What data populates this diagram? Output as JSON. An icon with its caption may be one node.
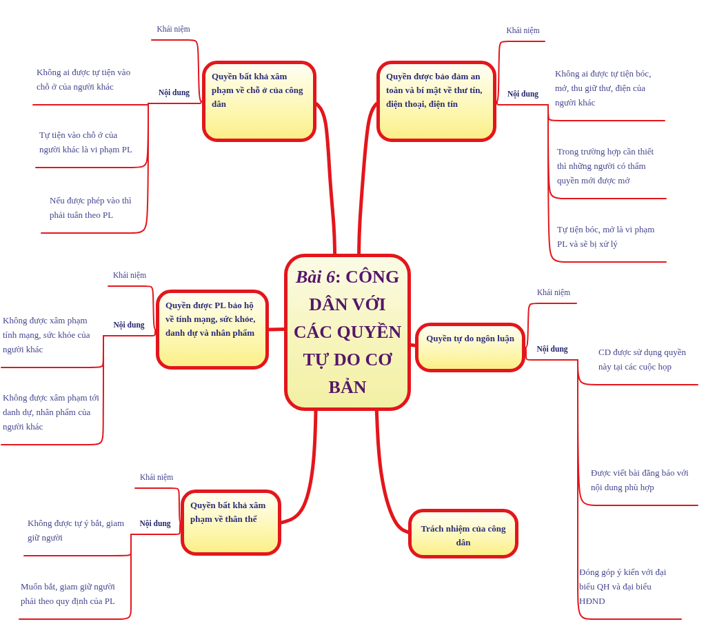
{
  "diagram": {
    "nodes": [
      {
        "text": [
          "*Bài 6*: CÔNG DÂN VỚI CÁC QUYỀN TỰ DO CƠ BẢN"
        ]
      },
      {
        "text": [
          "Quyền bất khả xâm phạm về chỗ ở của công dân"
        ]
      },
      {
        "text": [
          "Khái niệm"
        ]
      },
      {
        "text": [
          "Nội dung"
        ]
      },
      {
        "text": [
          "Không ai được tự tiện vào chỗ ở của người khác"
        ]
      },
      {
        "text": [
          "Tự tiện vào chỗ ở của người khác là vi phạm PL"
        ]
      },
      {
        "text": [
          "Nếu được phép vào thì phải tuân theo PL"
        ]
      },
      {
        "text": [
          "Quyền được bảo đảm an toàn và bí mật về thư tín, điện thoại, điện tín"
        ]
      },
      {
        "text": [
          "Khái niệm"
        ]
      },
      {
        "text": [
          "Nội dung"
        ]
      },
      {
        "text": [
          "Không ai được tự tiện bóc, mở, thu giữ thư, điện của người khác"
        ]
      },
      {
        "text": [
          "Trong trường hợp cần thiết thì những người có thẩm quyền mới được mở"
        ]
      },
      {
        "text": [
          "Tự tiện bóc, mở là vi phạm PL và sẽ bị xử lý"
        ]
      },
      {
        "text": [
          "Quyền được PL bảo hộ về tính mạng, sức khỏe, danh dự và nhân phẩm"
        ]
      },
      {
        "text": [
          "Khái niệm"
        ]
      },
      {
        "text": [
          "Nội dung"
        ]
      },
      {
        "text": [
          "Không được xâm phạm tính mạng, sức khỏe của người khác"
        ]
      },
      {
        "text": [
          "Không được xâm phạm tới danh dự, nhân phẩm của người khác"
        ]
      },
      {
        "text": [
          "Quyền tự do ngôn luận"
        ]
      },
      {
        "text": [
          "Khái niệm"
        ]
      },
      {
        "text": [
          "Nội dung"
        ]
      },
      {
        "text": [
          "CD được sử dụng quyền này tại các cuộc họp"
        ]
      },
      {
        "text": [
          "Được viết bài đăng báo với nội dung phù hợp"
        ]
      },
      {
        "text": [
          "Đóng góp ý kiến với đại biểu QH và đại biểu HĐND"
        ]
      },
      {
        "text": [
          "Quyền bất khả xâm phạm về thân thể"
        ]
      },
      {
        "text": [
          "Khái niệm"
        ]
      },
      {
        "text": [
          "Nội dung"
        ]
      },
      {
        "text": [
          "Không được tự ý bắt, giam giữ người"
        ]
      },
      {
        "text": [
          "Muốn bắt, giam giữ người phải theo quy định của PL"
        ]
      },
      {
        "text": [
          "Trách nhiệm của công dân"
        ]
      }
    ],
    "edges": [
      {
        "from": 0,
        "to": 1,
        "arrow": "none",
        "style": "thick"
      },
      {
        "from": 0,
        "to": 7,
        "arrow": "none",
        "style": "thick"
      },
      {
        "from": 0,
        "to": 13,
        "arrow": "none",
        "style": "thick"
      },
      {
        "from": 0,
        "to": 18,
        "arrow": "none",
        "style": "thick"
      },
      {
        "from": 0,
        "to": 24,
        "arrow": "none",
        "style": "thick"
      },
      {
        "from": 0,
        "to": 29,
        "arrow": "none",
        "style": "thick"
      },
      {
        "from": 1,
        "to": 2,
        "arrow": "none"
      },
      {
        "from": 1,
        "to": 3,
        "arrow": "none"
      },
      {
        "from": 3,
        "to": 4,
        "arrow": "none"
      },
      {
        "from": 3,
        "to": 5,
        "arrow": "none"
      },
      {
        "from": 3,
        "to": 6,
        "arrow": "none"
      },
      {
        "from": 7,
        "to": 8,
        "arrow": "none"
      },
      {
        "from": 7,
        "to": 9,
        "arrow": "none"
      },
      {
        "from": 9,
        "to": 10,
        "arrow": "none"
      },
      {
        "from": 9,
        "to": 11,
        "arrow": "none"
      },
      {
        "from": 9,
        "to": 12,
        "arrow": "none"
      },
      {
        "from": 13,
        "to": 14,
        "arrow": "none"
      },
      {
        "from": 13,
        "to": 15,
        "arrow": "none"
      },
      {
        "from": 15,
        "to": 16,
        "arrow": "none"
      },
      {
        "from": 15,
        "to": 17,
        "arrow": "none"
      },
      {
        "from": 18,
        "to": 19,
        "arrow": "none"
      },
      {
        "from": 18,
        "to": 20,
        "arrow": "none"
      },
      {
        "from": 20,
        "to": 21,
        "arrow": "none"
      },
      {
        "from": 20,
        "to": 22,
        "arrow": "none"
      },
      {
        "from": 20,
        "to": 23,
        "arrow": "none"
      },
      {
        "from": 24,
        "to": 25,
        "arrow": "none"
      },
      {
        "from": 24,
        "to": 26,
        "arrow": "none"
      },
      {
        "from": 26,
        "to": 27,
        "arrow": "none"
      },
      {
        "from": 26,
        "to": 28,
        "arrow": "none"
      }
    ]
  }
}
